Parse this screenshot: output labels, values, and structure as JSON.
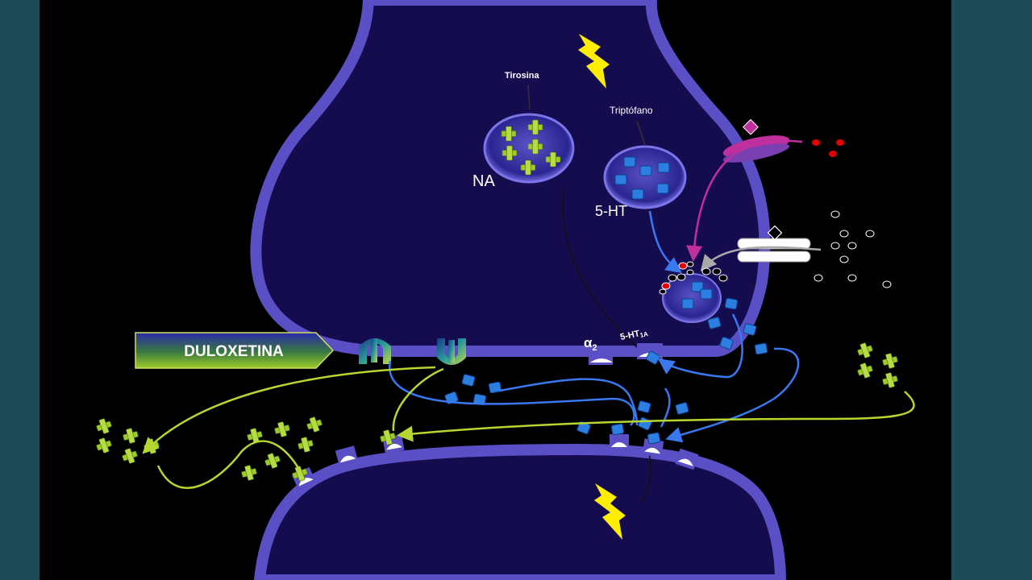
{
  "labels": {
    "tyrosine": "Tirosina",
    "tryptophan": "Triptófano",
    "noradrenaline": "NA",
    "serotonin": "5-HT",
    "drug": "DULOXETINA",
    "alpha2_receptor": "α",
    "alpha2_sub": "2",
    "ht1a_receptor": "5-HT",
    "ht1a_sub": "1A"
  },
  "colors": {
    "background": "#000000",
    "side_panel": "#1f4a57",
    "neuron_fill": "#150c4f",
    "neuron_membrane": "#5a4fc4",
    "noradrenaline": "#9ccc2a",
    "serotonin": "#2c7fe0",
    "serotonin_path": "#3a78f0",
    "noradrenaline_path": "#b6d630",
    "lightning": "#ffee00",
    "transporter_magenta": "#c0309c",
    "marker_red": "#e00000"
  }
}
